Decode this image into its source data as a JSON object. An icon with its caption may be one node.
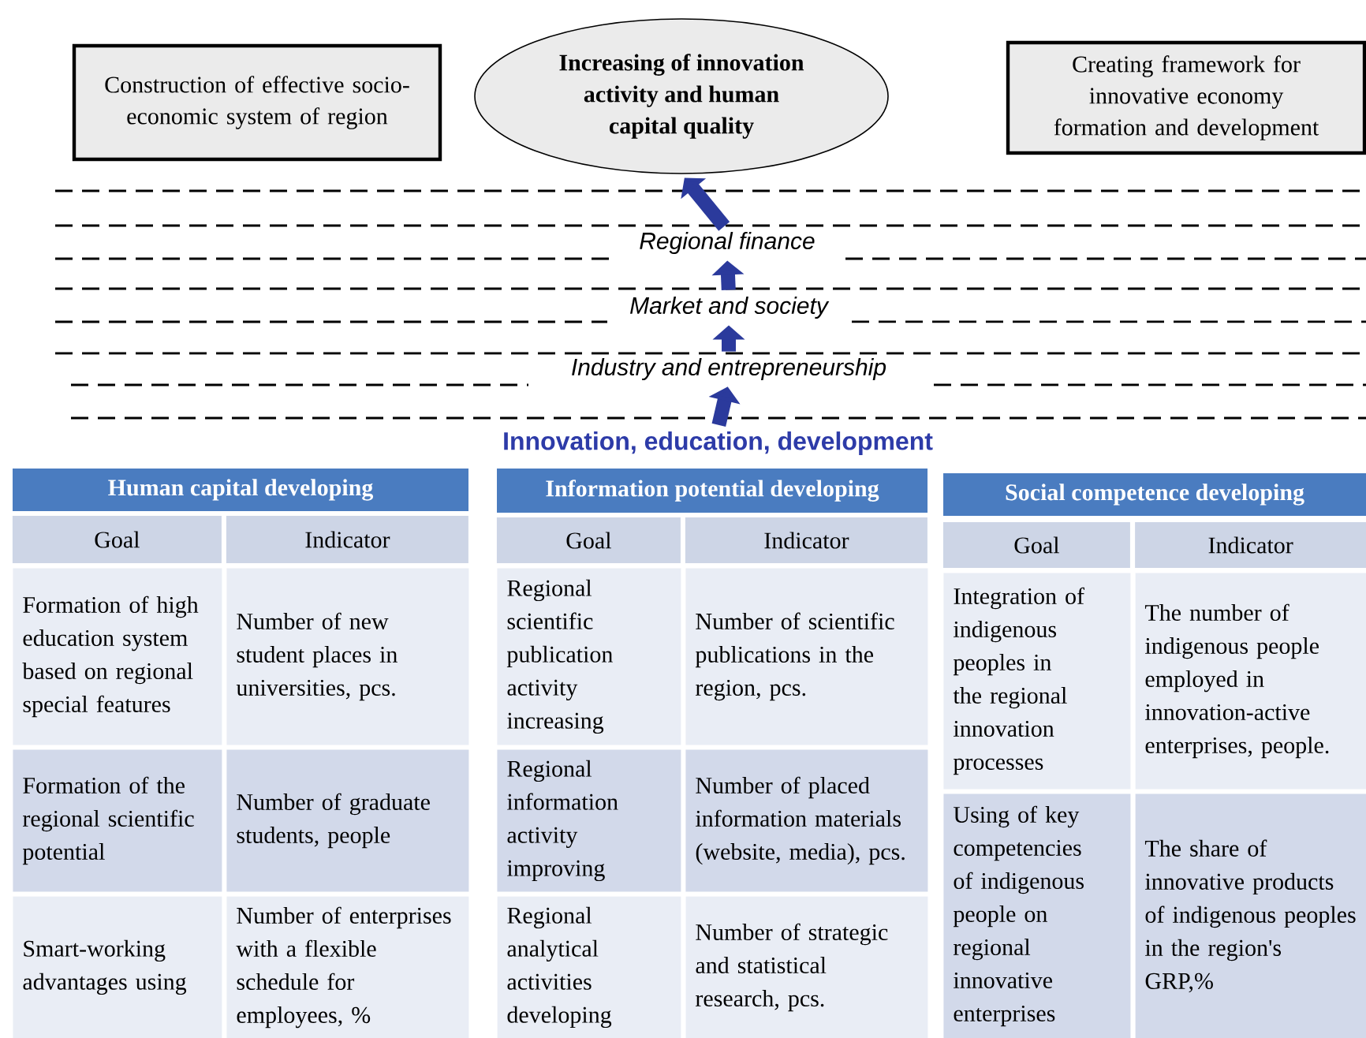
{
  "diagram": {
    "nodes": [
      {
        "text": [
          "Construction of effective socio-economic system of region"
        ]
      },
      {
        "text": [
          "Increasing of innovation activity and human capital quality"
        ]
      },
      {
        "text": [
          "Creating framework for innovative economy formation and development"
        ]
      },
      {
        "text": [
          "Regional finance"
        ]
      },
      {
        "text": [
          "Market and society"
        ]
      },
      {
        "text": [
          "Industry and  entrepreneurship"
        ]
      },
      {
        "text": [
          "Innovation, education, development"
        ]
      },
      {
        "text": [
          "Human capital developing",
          "Goal",
          "Indicator",
          "Formation of high education system based on regional special features",
          "Number of new student places in universities, pcs.",
          "Formation of the regional scientific potential",
          "Number of graduate students, people",
          "Smart-working advantages using",
          "Number of enterprises with a flexible schedule for employees, %"
        ]
      },
      {
        "text": [
          "Information potential developing",
          "Goal",
          "Indicator",
          "Regional scientific publication activity increasing",
          "Number of scientific publications in the region, pcs.",
          "Regional information activity improving",
          "Number of placed information materials (website, media), pcs.",
          "Regional analytical activities developing",
          "Number of strategic and statistical research, pcs."
        ]
      },
      {
        "text": [
          "Social competence developing",
          "Goal",
          "Indicator",
          "Integration of indigenous peoples in the regional innovation processes",
          "The number of indigenous people employed in innovation-active enterprises, people.",
          "Using of key competencies of indigenous people on regional innovative enterprises",
          "The share of innovative products of indigenous peoples in the region's GRP,%"
        ]
      }
    ],
    "edges": [
      {
        "from": 6,
        "to": 5,
        "arrow": "to"
      },
      {
        "from": 5,
        "to": 4,
        "arrow": "to"
      },
      {
        "from": 4,
        "to": 3,
        "arrow": "to"
      },
      {
        "from": 3,
        "to": 1,
        "arrow": "to"
      }
    ]
  }
}
